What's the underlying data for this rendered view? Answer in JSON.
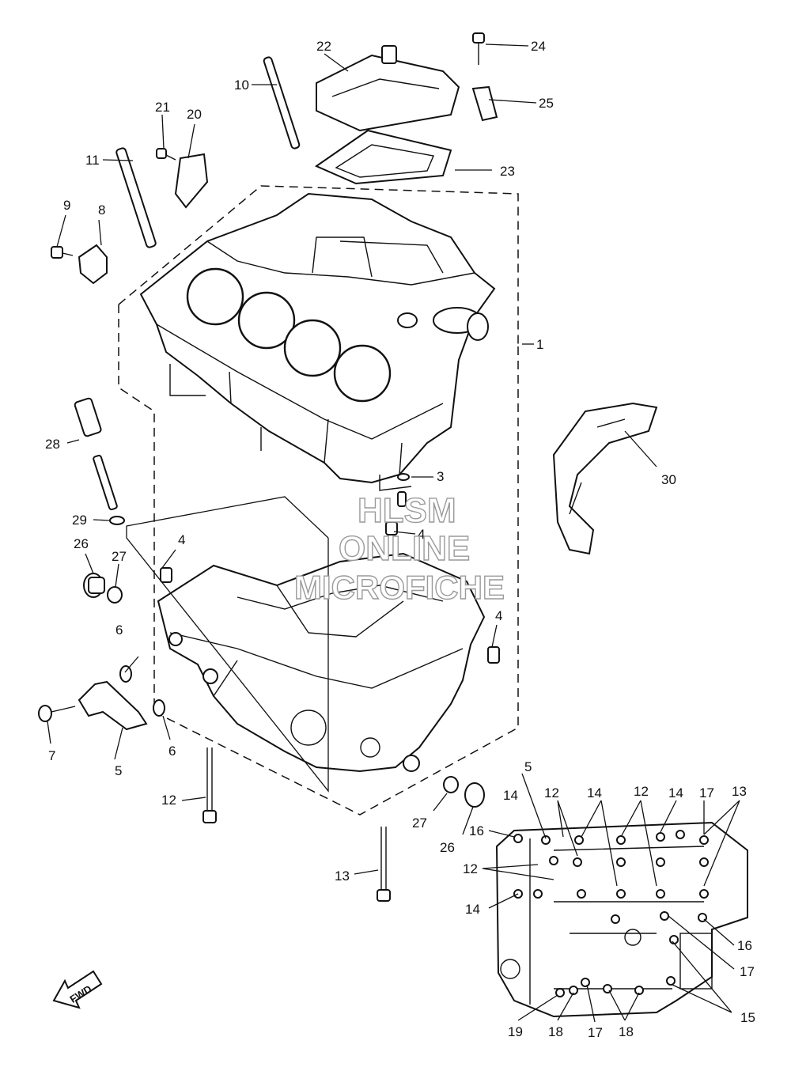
{
  "watermark": {
    "line1": "HLSM",
    "line2": "ONLINE",
    "line3": "MICROFICHE"
  },
  "fwd_label": "FWD",
  "labels": {
    "p1": "1",
    "p3": "3",
    "p4a": "4",
    "p4b": "4",
    "p4c": "4",
    "p5a": "5",
    "p5b": "5",
    "p6a": "6",
    "p6b": "6",
    "p7": "7",
    "p8": "8",
    "p9": "9",
    "p10": "10",
    "p11": "11",
    "p12a": "12",
    "p13a": "13",
    "p20": "20",
    "p21": "21",
    "p22": "22",
    "p23": "23",
    "p24": "24",
    "p25": "25",
    "p26a": "26",
    "p26b": "26",
    "p27a": "27",
    "p27b": "27",
    "p28": "28",
    "p29": "29",
    "p30": "30",
    "i12a": "12",
    "i12b": "12",
    "i12c": "12",
    "i13": "13",
    "i14a": "14",
    "i14b": "14",
    "i14c": "14",
    "i14d": "14",
    "i15": "15",
    "i16a": "16",
    "i16b": "16",
    "i17a": "17",
    "i17b": "17",
    "i17c": "17",
    "i18a": "18",
    "i18b": "18",
    "i19": "19"
  }
}
